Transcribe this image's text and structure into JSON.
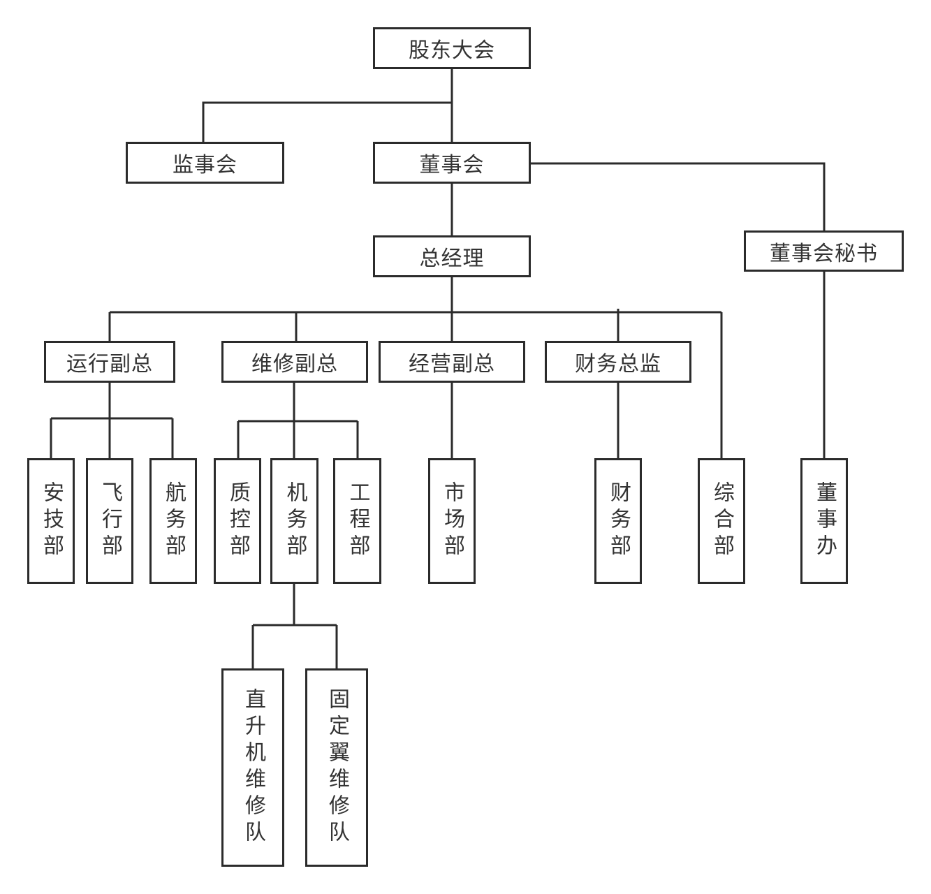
{
  "diagram": {
    "type": "org-chart",
    "nodes": [
      {
        "id": "shareholders",
        "label": "股东大会"
      },
      {
        "id": "supervisory-board",
        "label": "监事会"
      },
      {
        "id": "board-of-directors",
        "label": "董事会"
      },
      {
        "id": "general-manager",
        "label": "总经理"
      },
      {
        "id": "board-secretary",
        "label": "董事会秘书"
      },
      {
        "id": "vp-operations",
        "label": "运行副总"
      },
      {
        "id": "vp-maintenance",
        "label": "维修副总"
      },
      {
        "id": "vp-business",
        "label": "经营副总"
      },
      {
        "id": "cfo",
        "label": "财务总监"
      },
      {
        "id": "safety-tech-dept",
        "label": "安技部"
      },
      {
        "id": "flight-dept",
        "label": "飞行部"
      },
      {
        "id": "flight-ops-dept",
        "label": "航务部"
      },
      {
        "id": "quality-control-dept",
        "label": "质控部"
      },
      {
        "id": "aircraft-maint-dept",
        "label": "机务部"
      },
      {
        "id": "engineering-dept",
        "label": "工程部"
      },
      {
        "id": "marketing-dept",
        "label": "市场部"
      },
      {
        "id": "finance-dept",
        "label": "财务部"
      },
      {
        "id": "general-affairs-dept",
        "label": "综合部"
      },
      {
        "id": "board-office",
        "label": "董事办"
      },
      {
        "id": "helicopter-maint-team",
        "label": "直升机维修队"
      },
      {
        "id": "fixed-wing-maint-team",
        "label": "固定翼维修队"
      }
    ],
    "edges": [
      [
        "shareholders",
        "supervisory-board"
      ],
      [
        "shareholders",
        "board-of-directors"
      ],
      [
        "board-of-directors",
        "general-manager"
      ],
      [
        "board-of-directors",
        "board-secretary"
      ],
      [
        "board-secretary",
        "board-office"
      ],
      [
        "general-manager",
        "vp-operations"
      ],
      [
        "general-manager",
        "vp-maintenance"
      ],
      [
        "general-manager",
        "vp-business"
      ],
      [
        "general-manager",
        "cfo"
      ],
      [
        "general-manager",
        "general-affairs-dept"
      ],
      [
        "vp-operations",
        "safety-tech-dept"
      ],
      [
        "vp-operations",
        "flight-dept"
      ],
      [
        "vp-operations",
        "flight-ops-dept"
      ],
      [
        "vp-maintenance",
        "quality-control-dept"
      ],
      [
        "vp-maintenance",
        "aircraft-maint-dept"
      ],
      [
        "vp-maintenance",
        "engineering-dept"
      ],
      [
        "vp-business",
        "marketing-dept"
      ],
      [
        "cfo",
        "finance-dept"
      ],
      [
        "aircraft-maint-dept",
        "helicopter-maint-team"
      ],
      [
        "aircraft-maint-dept",
        "fixed-wing-maint-team"
      ]
    ]
  },
  "colors": {
    "line": "#2b2b2b",
    "text": "#333333",
    "background": "#ffffff"
  }
}
